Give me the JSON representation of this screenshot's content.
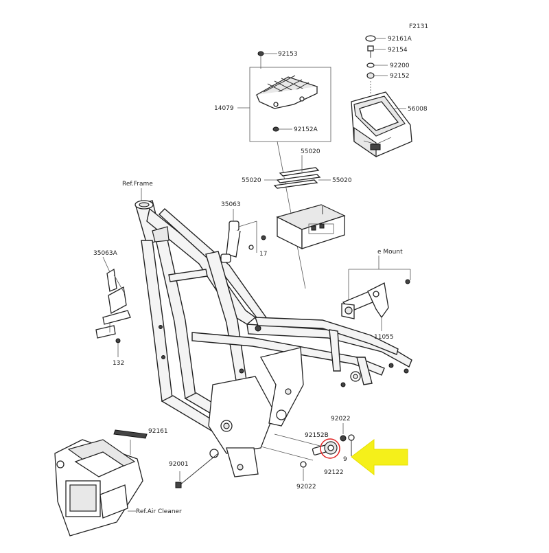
{
  "figure_code": "F2131",
  "callouts": {
    "c92161A": "92161A",
    "c92154": "92154",
    "c92200": "92200",
    "c92152_top": "92152",
    "c56008": "56008",
    "c92153": "92153",
    "c14079": "14079",
    "c92152A": "92152A",
    "c55020_top": "55020",
    "c55020_left": "55020",
    "c55020_right": "55020",
    "c_ref_frame": "Ref.Frame",
    "c35063": "35063",
    "c35063A": "35063A",
    "c_17": "17",
    "c132": "132",
    "c_mount": "e Mount",
    "c11055": "11055",
    "c92022_top": "92022",
    "c92152B": "92152B",
    "c92122": "92122",
    "c92022_bottom": "92022",
    "c92001": "92001",
    "c92161": "92161",
    "c_ref_air": "Ref.Air Cleaner",
    "c_9": "9"
  },
  "highlight": {
    "arrow_color": "#f5f01a",
    "circle_color": "#e02020"
  }
}
